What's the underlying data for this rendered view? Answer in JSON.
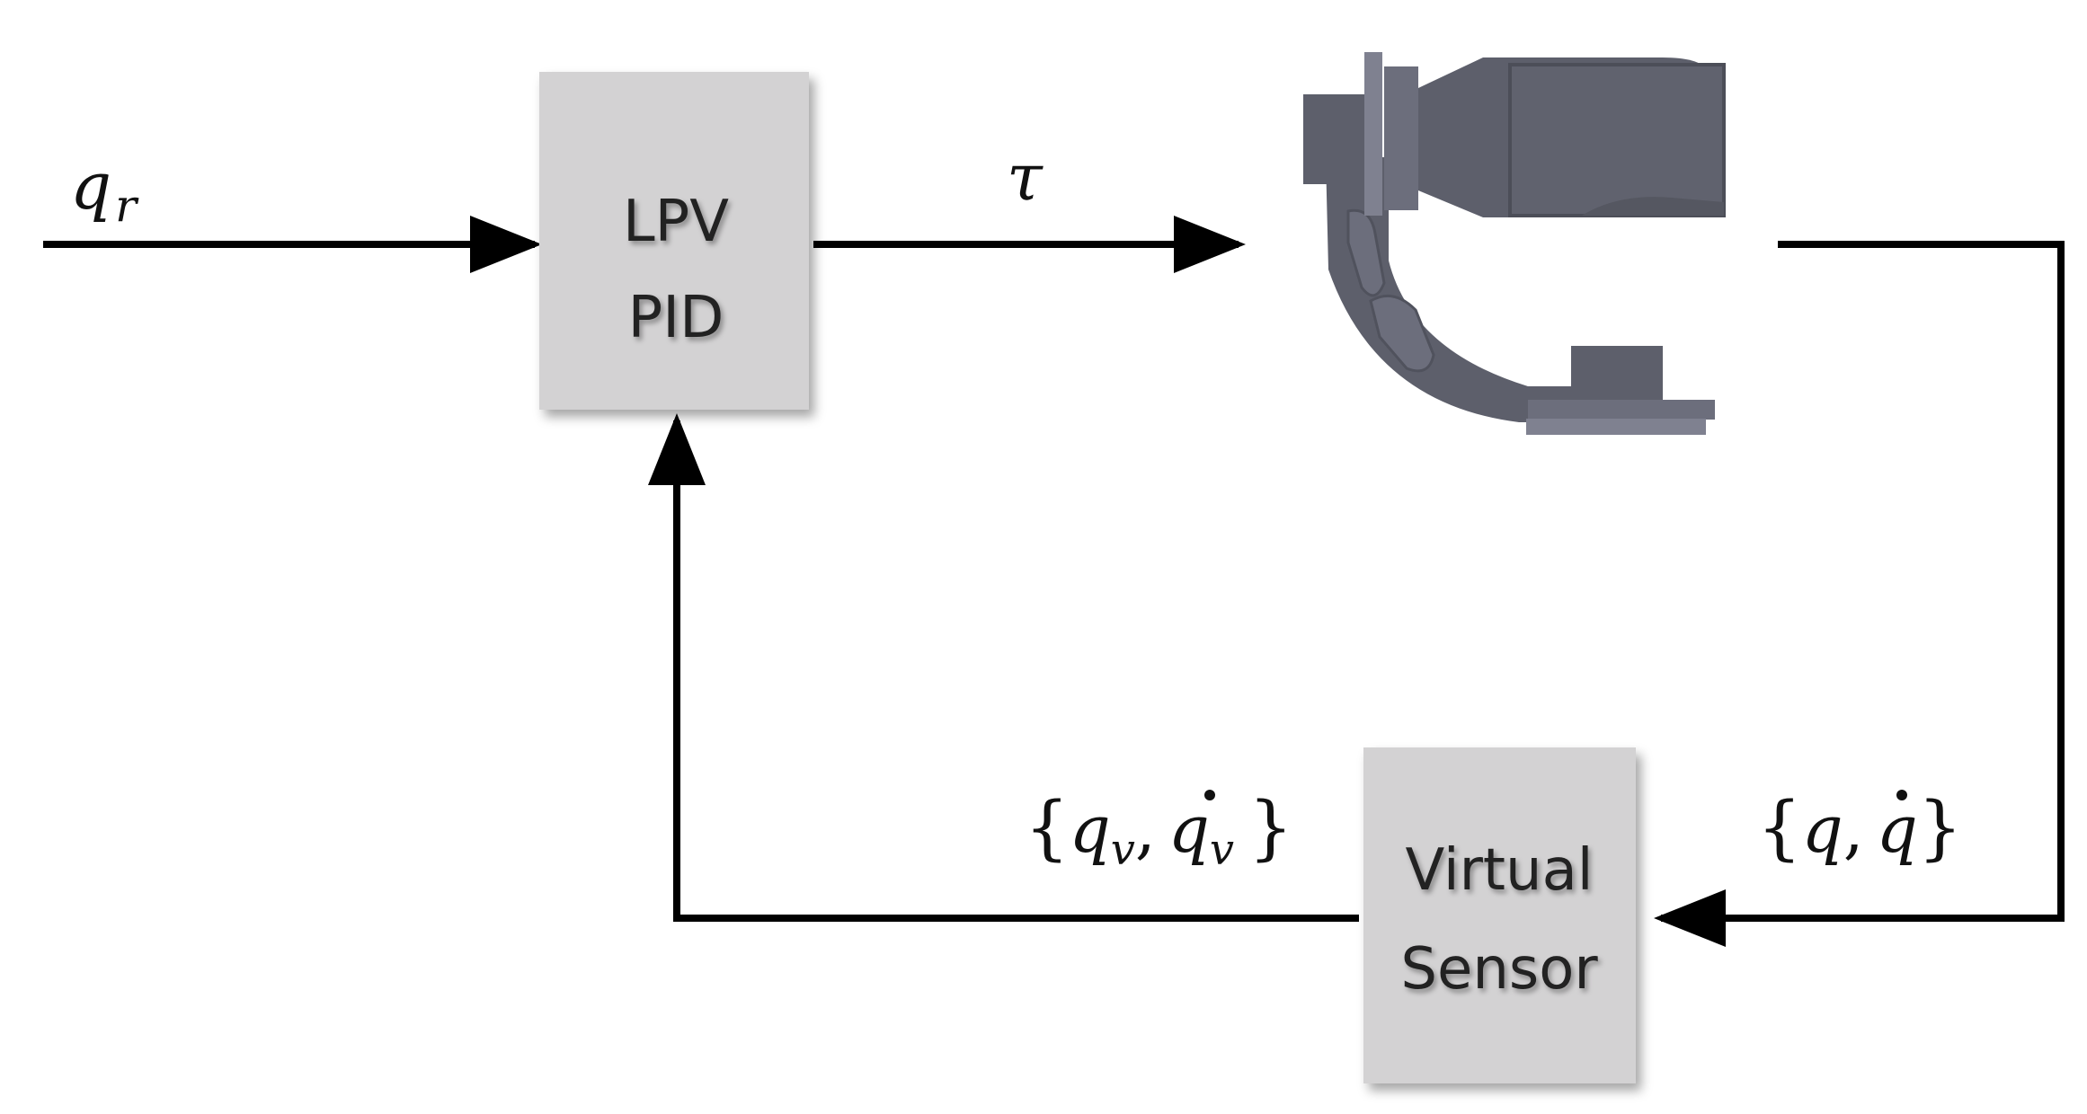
{
  "blocks": {
    "controller": {
      "line1": "LPV",
      "line2": "PID"
    },
    "sensor": {
      "line1": "Virtual",
      "line2": "Sensor"
    }
  },
  "signals": {
    "reference": {
      "symbol": "q",
      "subscript": "r"
    },
    "torque": {
      "symbol": "τ"
    },
    "measured": {
      "open": "{",
      "q": "q",
      "comma": ",",
      "qdot": "q",
      "close": "}"
    },
    "virtual": {
      "open": "{",
      "q": "q",
      "sub": "v",
      "comma": ",",
      "qdot": "q",
      "sub2": "v",
      "close": "}"
    }
  },
  "colors": {
    "block_fill": "#d3d2d3",
    "line": "#000000",
    "gimbal_dark": "#5d5f6b",
    "gimbal_mid": "#6c6e7c",
    "gimbal_light": "#7f8190"
  }
}
